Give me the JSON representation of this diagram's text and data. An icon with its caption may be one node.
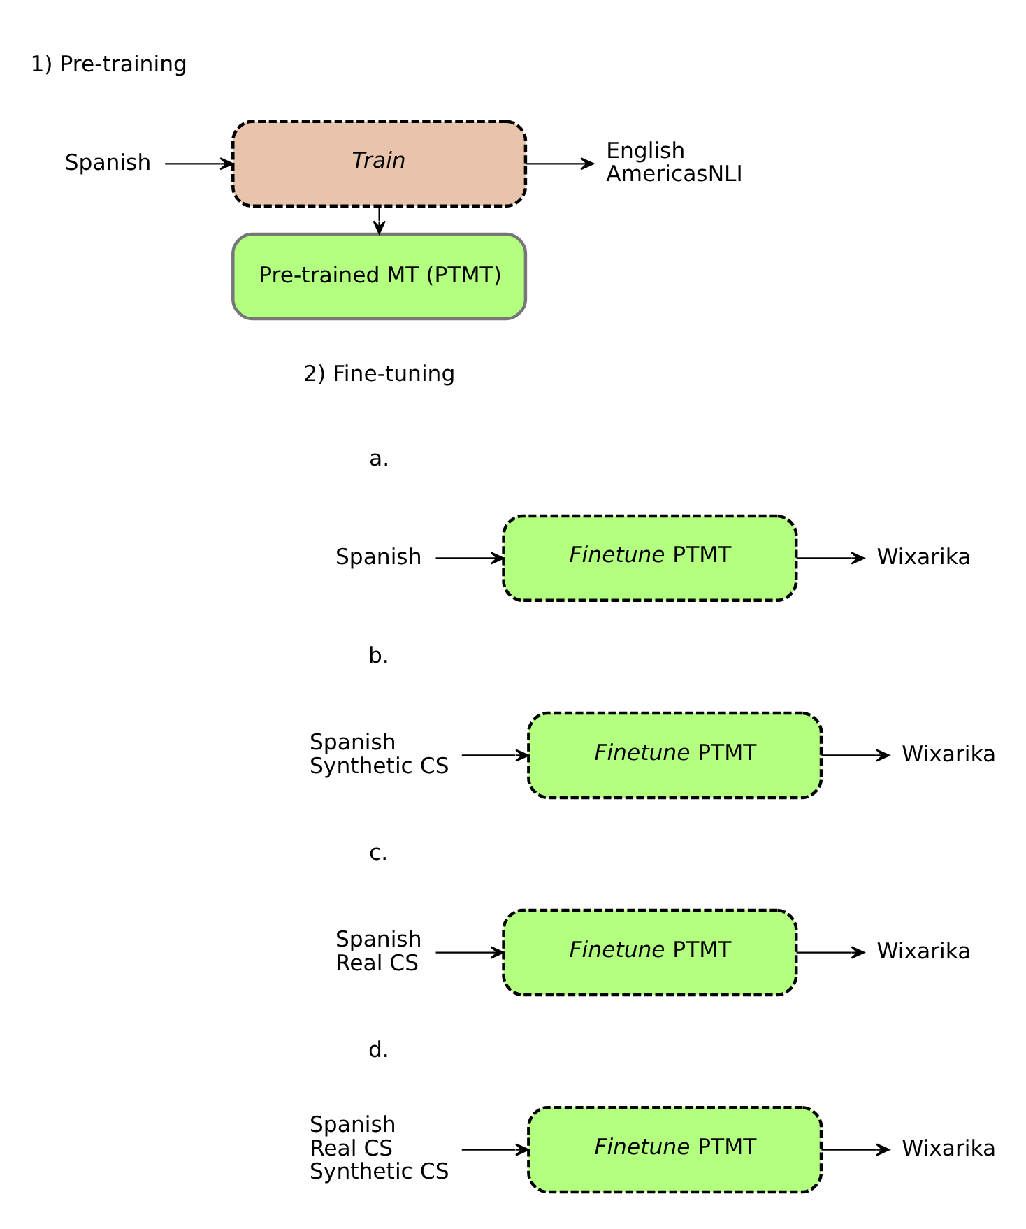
{
  "diagram": {
    "nodes": [
      {
        "text": [
          "Spanish"
        ]
      },
      {
        "text": [
          "Train"
        ]
      },
      {
        "text": [
          "English",
          "AmericasNLI"
        ]
      },
      {
        "text": [
          "Pre-trained MT (PTMT)"
        ]
      },
      {
        "text": [
          "Spanish"
        ]
      },
      {
        "text": [
          "*Finetune* PTMT"
        ]
      },
      {
        "text": [
          "Wixarika"
        ]
      },
      {
        "text": [
          "Spanish",
          "Synthetic CS"
        ]
      },
      {
        "text": [
          "*Finetune* PTMT"
        ]
      },
      {
        "text": [
          "Wixarika"
        ]
      },
      {
        "text": [
          "Spanish",
          "Real CS"
        ]
      },
      {
        "text": [
          "*Finetune* PTMT"
        ]
      },
      {
        "text": [
          "Wixarika"
        ]
      },
      {
        "text": [
          "Spanish",
          "Real CS",
          "Synthetic CS"
        ]
      },
      {
        "text": [
          "*Finetune* PTMT"
        ]
      },
      {
        "text": [
          "Wixarika"
        ]
      }
    ],
    "edges": [
      {
        "from": 0,
        "to": 1,
        "arrow": "to"
      },
      {
        "from": 1,
        "to": 2,
        "arrow": "to"
      },
      {
        "from": 1,
        "to": 3,
        "arrow": "to"
      },
      {
        "from": 4,
        "to": 5,
        "arrow": "to"
      },
      {
        "from": 5,
        "to": 6,
        "arrow": "to"
      },
      {
        "from": 7,
        "to": 8,
        "arrow": "to"
      },
      {
        "from": 8,
        "to": 9,
        "arrow": "to"
      },
      {
        "from": 10,
        "to": 11,
        "arrow": "to"
      },
      {
        "from": 11,
        "to": 12,
        "arrow": "to"
      },
      {
        "from": 13,
        "to": 14,
        "arrow": "to"
      },
      {
        "from": 14,
        "to": 15,
        "arrow": "to"
      }
    ],
    "labels": [
      "1) Pre-training",
      "2) Fine-tuning",
      "a.",
      "b.",
      "c.",
      "d."
    ]
  }
}
